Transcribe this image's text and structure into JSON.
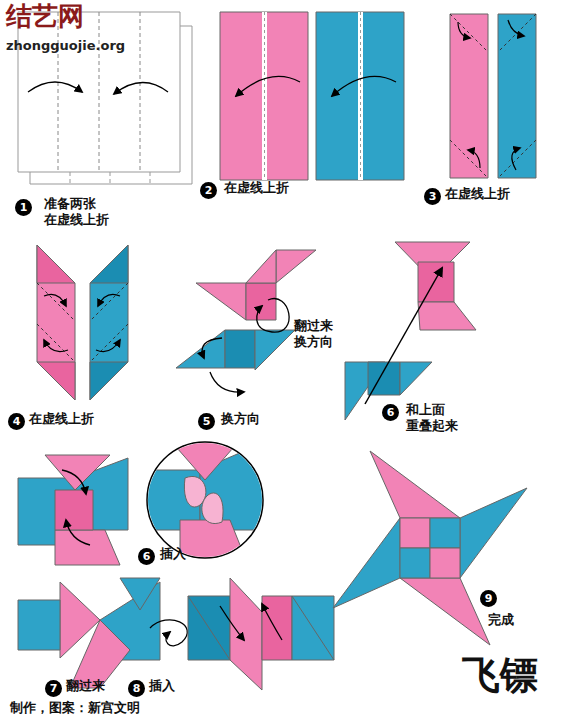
{
  "diagram": {
    "title": "飞镖",
    "caption": "制作，图案：新宫文明",
    "labels": [
      "结艺网",
      "zhongguojie.org",
      "1",
      "准备两张 在虚线上折",
      "2",
      "在虚线上折",
      "3",
      "在虚线上折",
      "4",
      "在虚线上折",
      "翻过来 换方向",
      "5",
      "换方向",
      "6",
      "和上面 重叠起来",
      "6",
      "插入",
      "7",
      "翻过来",
      "8",
      "插入",
      "9",
      "完成"
    ]
  }
}
